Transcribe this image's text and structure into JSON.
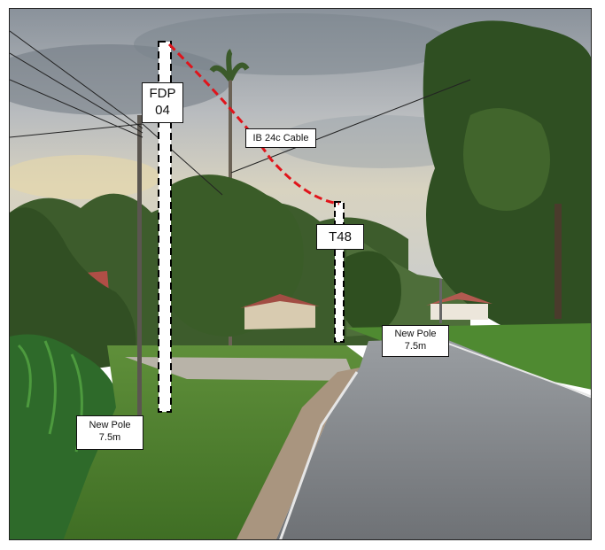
{
  "photo": {
    "description_icon": "roadside-photo",
    "colors": {
      "cable": "#e0141b",
      "pole_fill": "#ffffff",
      "pole_dash": "#000000"
    }
  },
  "labels": {
    "fdp": {
      "line1": "FDP",
      "line2": "04"
    },
    "cable": "IB 24c Cable",
    "t48": "T48",
    "new_pole_left": {
      "line1": "New Pole",
      "line2": "7.5m"
    },
    "new_pole_right": {
      "line1": "New Pole",
      "line2": "7.5m"
    }
  }
}
